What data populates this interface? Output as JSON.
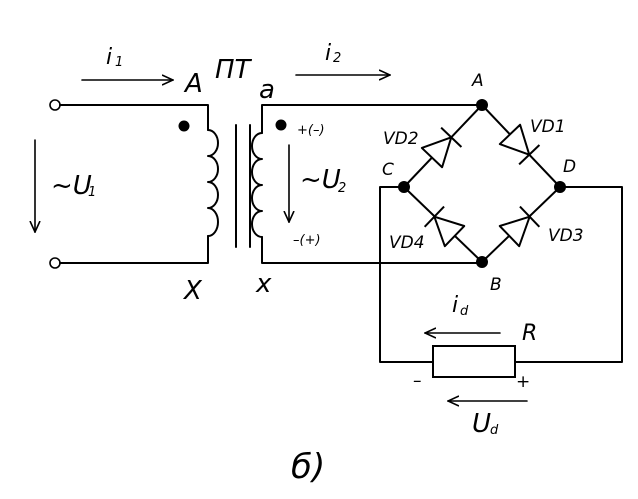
{
  "labels": {
    "i1_main": "i",
    "i1_sub": "1",
    "i2_main": "i",
    "i2_sub": "2",
    "A_primary": "A",
    "X_primary": "X",
    "PT": "ПТ",
    "a_secondary": "a",
    "x_secondary": "x",
    "U1": "~U",
    "U1_sub": "1",
    "U2": "~U",
    "U2_sub": "2",
    "pol_top": "+(–)",
    "pol_bottom": "–(+)",
    "node_A": "A",
    "node_B": "B",
    "node_C": "C",
    "node_D": "D",
    "VD1": "VD1",
    "VD2": "VD2",
    "VD3": "VD3",
    "VD4": "VD4",
    "id_main": "i",
    "id_sub": "d",
    "R": "R",
    "minus": "–",
    "plus": "+",
    "Ud_main": "U",
    "Ud_sub": "d",
    "caption": "б)"
  }
}
